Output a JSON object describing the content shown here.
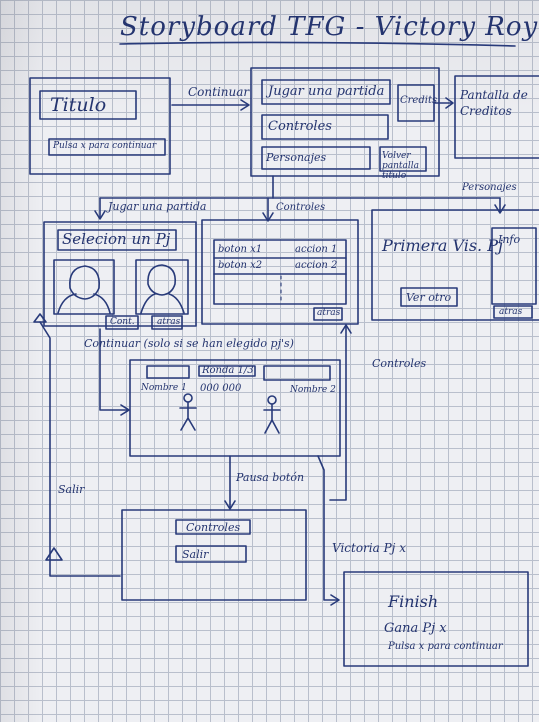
{
  "title": "Storyboard TFG - Victory Royal",
  "screens": {
    "title_screen": {
      "title": "Titulo",
      "prompt": "Pulsa x para continuar"
    },
    "main_menu": {
      "play": "Jugar una partida",
      "credits_btn": "Credits",
      "controls": "Controles",
      "characters": "Personajes",
      "back": "Volver pantalla titulo"
    },
    "credits_screen": {
      "title": "Pantalla de Creditos"
    },
    "character_select": {
      "title": "Selecion un Pj",
      "confirm": "Cont.",
      "back": "atras"
    },
    "controls_screen": {
      "rows": [
        {
          "button": "boton x1",
          "action": "accion 1"
        },
        {
          "button": "boton x2",
          "action": "accion 2"
        }
      ],
      "back": "atras"
    },
    "character_screen": {
      "title": "Primera Vis. Pj",
      "info": "Info",
      "next": "Ver otro",
      "back": "atras"
    },
    "gameplay": {
      "round": "Ronda 1/3",
      "score": "000  000",
      "name1": "Nombre 1",
      "name2": "Nombre 2"
    },
    "pause_screen": {
      "controls": "Controles",
      "exit": "Salir"
    },
    "finish_screen": {
      "title": "Finish",
      "winner": "Gana Pj x",
      "prompt": "Pulsa x para continuar"
    }
  },
  "transitions": {
    "continue": "Continuar",
    "play_match": "Jugar una partida",
    "controls": "Controles",
    "characters": "Personajes",
    "continue_if_chosen": "Continuar (solo si se han elegido pj's)",
    "controls_side": "Controles",
    "pause_button": "Pausa botón",
    "exit": "Salir",
    "victory": "Victoria Pj x"
  },
  "colors": {
    "ink": "#283a7a",
    "paper": "#eeeff3",
    "grid": "#b9bfcc"
  }
}
